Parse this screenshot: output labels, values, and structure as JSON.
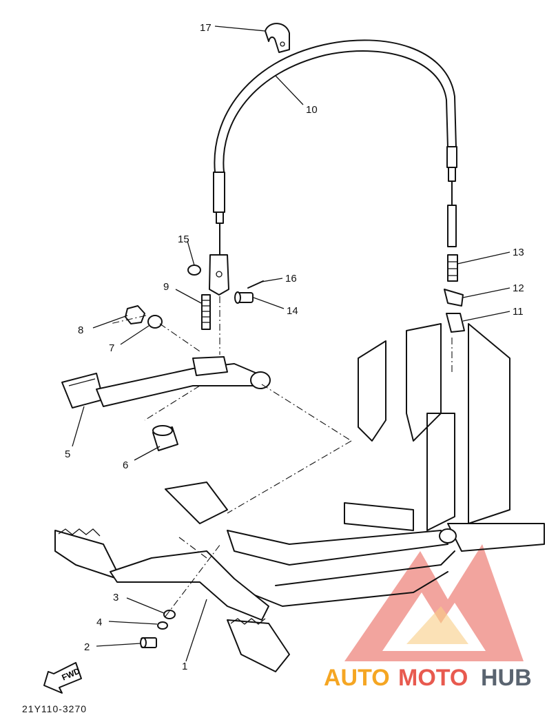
{
  "diagram": {
    "code": "21Y110-3270",
    "fwd_label": "FWD",
    "callouts": [
      {
        "id": "17",
        "label": "17"
      },
      {
        "id": "10",
        "label": "10"
      },
      {
        "id": "15",
        "label": "15"
      },
      {
        "id": "16",
        "label": "16"
      },
      {
        "id": "9",
        "label": "9"
      },
      {
        "id": "14",
        "label": "14"
      },
      {
        "id": "13",
        "label": "13"
      },
      {
        "id": "12",
        "label": "12"
      },
      {
        "id": "11",
        "label": "11"
      },
      {
        "id": "8",
        "label": "8"
      },
      {
        "id": "7",
        "label": "7"
      },
      {
        "id": "5",
        "label": "5"
      },
      {
        "id": "6",
        "label": "6"
      },
      {
        "id": "3",
        "label": "3"
      },
      {
        "id": "4",
        "label": "4"
      },
      {
        "id": "2",
        "label": "2"
      },
      {
        "id": "1",
        "label": "1"
      }
    ]
  },
  "watermark": {
    "part1": "AUTO",
    "part2": "MOTO",
    "part3": "HUB",
    "color_orange": "#f5a623",
    "color_red": "#e85a4f",
    "color_grey": "#5a6470"
  }
}
